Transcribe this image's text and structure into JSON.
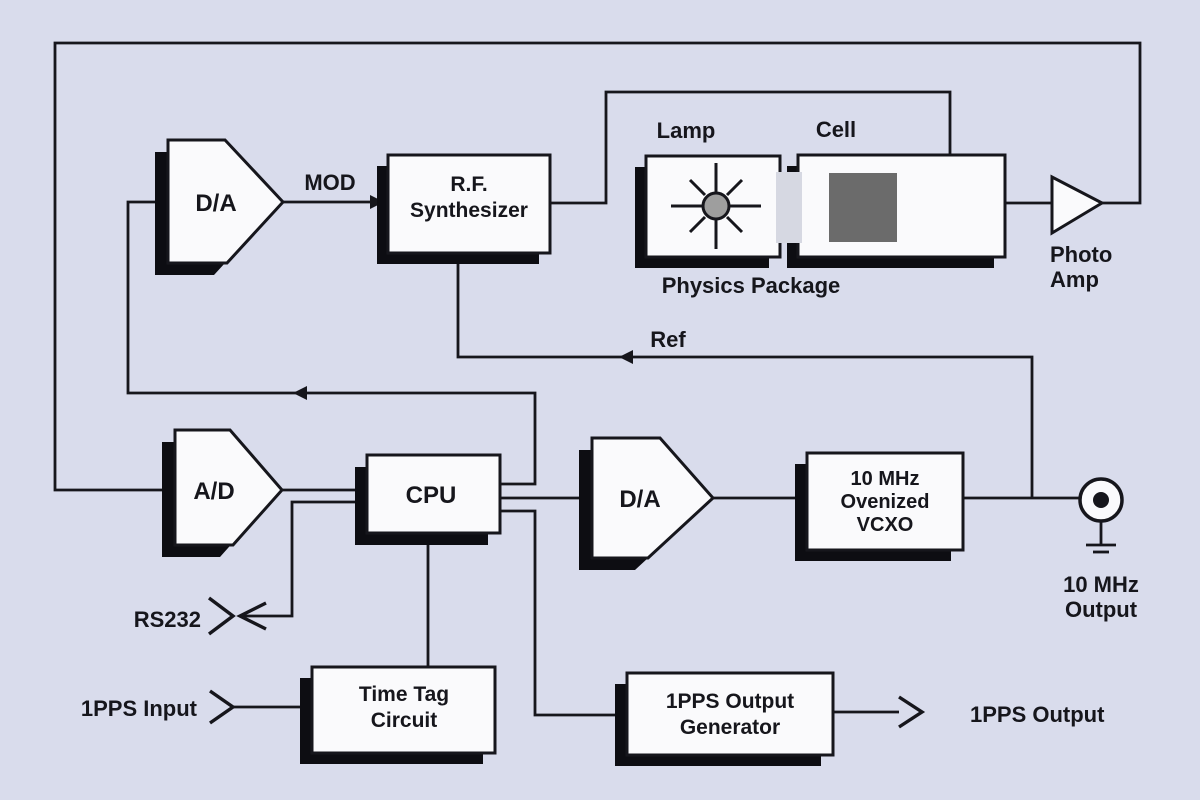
{
  "diagram": {
    "colors": {
      "background": "#d9dcec",
      "ink": "#16161c",
      "box_fill": "#fafafc",
      "shadow": "#0d0d12",
      "gray_square": "#6b6b6b",
      "lamp_gray": "#9e9e9e",
      "beam": "#d6d8e2"
    },
    "blocks": {
      "da_top": {
        "label": "D/A"
      },
      "rf_synthesizer": {
        "line1": "R.F.",
        "line2": "Synthesizer"
      },
      "lamp": {
        "caption": "Lamp"
      },
      "cell": {
        "caption": "Cell"
      },
      "physics_package": {
        "caption": "Physics Package"
      },
      "photo_amp": {
        "line1": "Photo",
        "line2": "Amp"
      },
      "ad": {
        "label": "A/D"
      },
      "cpu": {
        "label": "CPU"
      },
      "da_bottom": {
        "label": "D/A"
      },
      "vcxo": {
        "line1": "10 MHz",
        "line2": "Ovenized",
        "line3": "VCXO"
      },
      "time_tag": {
        "line1": "Time Tag",
        "line2": "Circuit"
      },
      "pps_generator": {
        "line1": "1PPS Output",
        "line2": "Generator"
      }
    },
    "labels": {
      "mod": "MOD",
      "ref": "Ref",
      "rs232": "RS232",
      "pps_input": "1PPS Input",
      "pps_output": "1PPS Output",
      "mhz_output_line1": "10 MHz",
      "mhz_output_line2": "Output"
    }
  }
}
